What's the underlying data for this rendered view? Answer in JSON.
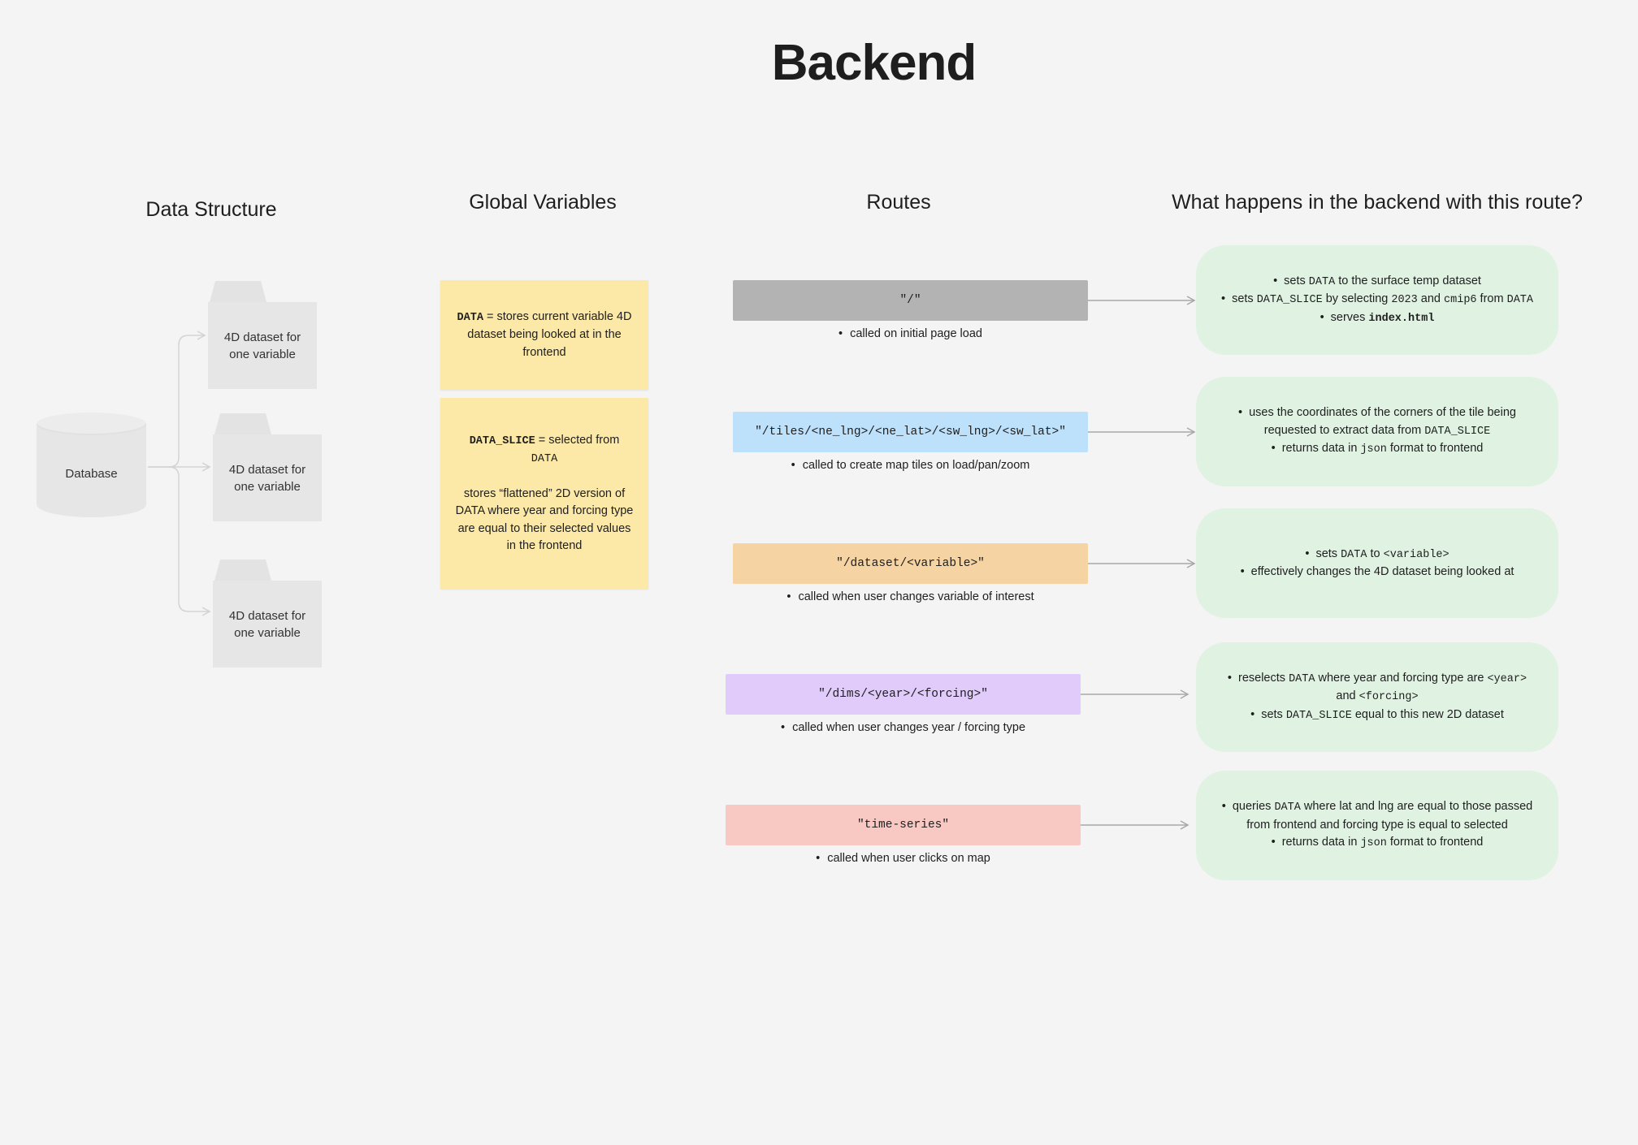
{
  "title": "Backend",
  "headers": {
    "data_structure": "Data Structure",
    "global_variables": "Global Variables",
    "routes": "Routes",
    "backend": "What happens in the backend with this route?"
  },
  "database": {
    "label": "Database"
  },
  "datasets": [
    {
      "label": "4D dataset for one variable"
    },
    {
      "label": "4D dataset for one variable"
    },
    {
      "label": "4D dataset for one variable"
    }
  ],
  "globals": {
    "data": {
      "name": "DATA",
      "desc": " = stores current variable 4D dataset being looked at in the frontend"
    },
    "data_slice": {
      "name": "DATA_SLICE",
      "desc1": " = selected from ",
      "from": "DATA",
      "desc2": "stores “flattened” 2D version of DATA where year and forcing type are equal to their selected values in the frontend"
    }
  },
  "routes": [
    {
      "path": "\"/\"",
      "note": "called on initial page load",
      "color": "#b3b3b3"
    },
    {
      "path": "\"/tiles/<ne_lng>/<ne_lat>/<sw_lng>/<sw_lat>\"",
      "note": "called to create map tiles on load/pan/zoom",
      "color": "#bde0fb"
    },
    {
      "path": "\"/dataset/<variable>\"",
      "note": "called when user changes variable of interest",
      "color": "#f5d3a2"
    },
    {
      "path": "\"/dims/<year>/<forcing>\"",
      "note": "called when user changes year / forcing type",
      "color": "#e0cbfa"
    },
    {
      "path": "\"time-series\"",
      "note": "called when user clicks on map",
      "color": "#f8c8c3"
    }
  ],
  "effects": {
    "r0": {
      "l1": {
        "a": "sets ",
        "b": "DATA",
        "c": " to the surface temp dataset"
      },
      "l2": {
        "a": "sets ",
        "b": "DATA_SLICE",
        "c": " by selecting ",
        "d": "2023",
        "e": " and ",
        "f": "cmip6",
        "g": " from ",
        "h": "DATA"
      },
      "l3": {
        "a": "serves ",
        "b": "index.html"
      }
    },
    "r1": {
      "l1": {
        "a": "uses the coordinates of the corners of the tile being"
      },
      "l2": {
        "a": "requested to extract data from ",
        "b": "DATA_SLICE"
      },
      "l3": {
        "a": "returns data in ",
        "b": "json",
        "c": " format to frontend"
      }
    },
    "r2": {
      "l1": {
        "a": "sets ",
        "b": "DATA",
        "c": " to ",
        "d": "<variable>"
      },
      "l2": {
        "a": "effectively changes the 4D dataset being looked at"
      }
    },
    "r3": {
      "l1": {
        "a": "reselects ",
        "b": "DATA",
        "c": " where year and forcing type are ",
        "d": "<year>"
      },
      "l2": {
        "a": "and ",
        "b": "<forcing>"
      },
      "l3": {
        "a": "sets ",
        "b": "DATA_SLICE",
        "c": " equal to this new 2D dataset"
      }
    },
    "r4": {
      "l1": {
        "a": "queries ",
        "b": "DATA",
        "c": " where lat and lng are equal to those passed"
      },
      "l2": {
        "a": "from frontend and forcing type is equal to selected"
      },
      "l3": {
        "a": "returns data in ",
        "b": "json",
        "c": " format to frontend"
      }
    }
  }
}
